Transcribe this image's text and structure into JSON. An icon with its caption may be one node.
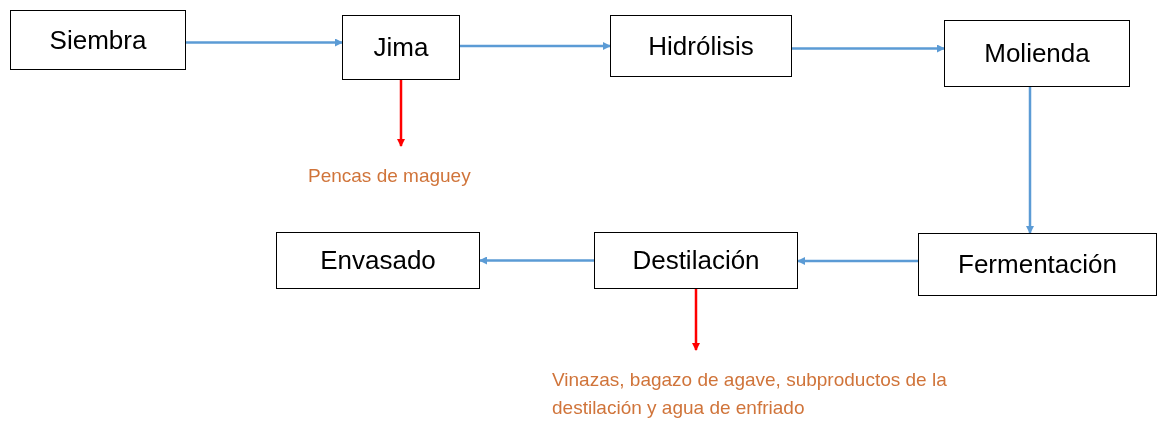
{
  "diagram": {
    "nodes": [
      {
        "text": [
          "Siembra"
        ]
      },
      {
        "text": [
          "Jima"
        ]
      },
      {
        "text": [
          "Hidrólisis"
        ]
      },
      {
        "text": [
          "Molienda"
        ]
      },
      {
        "text": [
          "Fermentación"
        ]
      },
      {
        "text": [
          "Destilación"
        ]
      },
      {
        "text": [
          "Envasado"
        ]
      },
      {
        "text": [
          "Pencas de maguey"
        ]
      },
      {
        "text": [
          "Vinazas, bagazo de agave, subproductos de la destilación y agua de enfriado"
        ]
      }
    ],
    "edges": [
      {
        "from": 0,
        "to": 1,
        "arrow": "to"
      },
      {
        "from": 1,
        "to": 2,
        "arrow": "to"
      },
      {
        "from": 2,
        "to": 3,
        "arrow": "to"
      },
      {
        "from": 3,
        "to": 4,
        "arrow": "to"
      },
      {
        "from": 4,
        "to": 5,
        "arrow": "to"
      },
      {
        "from": 5,
        "to": 6,
        "arrow": "to"
      },
      {
        "from": 1,
        "to": 7,
        "arrow": "to",
        "color": "#ff0000"
      },
      {
        "from": 5,
        "to": 8,
        "arrow": "to",
        "color": "#ff0000"
      }
    ]
  }
}
